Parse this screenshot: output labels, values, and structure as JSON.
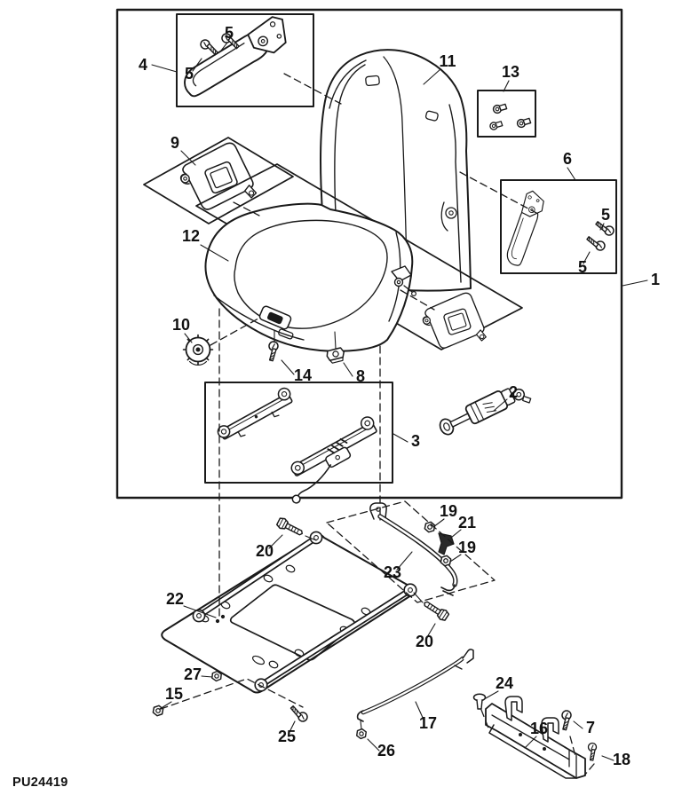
{
  "figure": {
    "code": "PU24419",
    "type": "exploded-parts-diagram",
    "subject": "seat assembly"
  },
  "colors": {
    "ink": "#1a1a1a",
    "paper": "#ffffff"
  },
  "callouts": [
    {
      "label": "4"
    },
    {
      "label": "5"
    },
    {
      "label": "5"
    },
    {
      "label": "9"
    },
    {
      "label": "11"
    },
    {
      "label": "13"
    },
    {
      "label": "6"
    },
    {
      "label": "5"
    },
    {
      "label": "5"
    },
    {
      "label": "1"
    },
    {
      "label": "12"
    },
    {
      "label": "10"
    },
    {
      "label": "14"
    },
    {
      "label": "8"
    },
    {
      "label": "2"
    },
    {
      "label": "3"
    },
    {
      "label": "19"
    },
    {
      "label": "21"
    },
    {
      "label": "19"
    },
    {
      "label": "23"
    },
    {
      "label": "20"
    },
    {
      "label": "22"
    },
    {
      "label": "20"
    },
    {
      "label": "27"
    },
    {
      "label": "15"
    },
    {
      "label": "25"
    },
    {
      "label": "17"
    },
    {
      "label": "26"
    },
    {
      "label": "24"
    },
    {
      "label": "16"
    },
    {
      "label": "7"
    },
    {
      "label": "18"
    }
  ]
}
